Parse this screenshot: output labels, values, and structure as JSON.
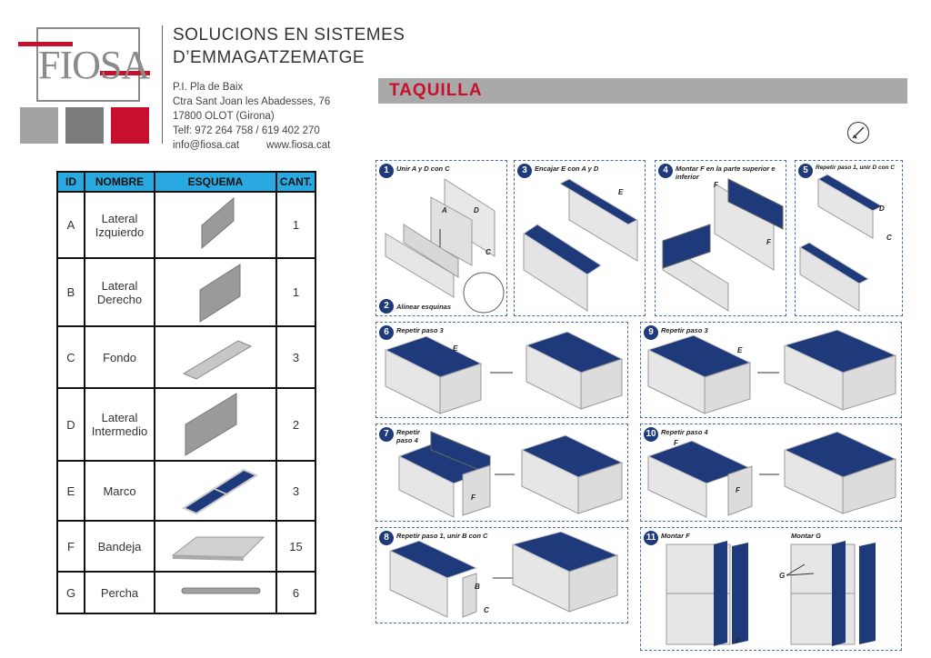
{
  "brand": {
    "name": "FIOSA",
    "swatch_colors": [
      "#a3a3a3",
      "#7b7b7b",
      "#c8102e"
    ]
  },
  "company": {
    "line1": "SOLUCIONS EN SISTEMES",
    "line2": "D’EMMAGATZEMATGE"
  },
  "address": {
    "line1": "P.I. Pla de Baix",
    "line2": "Ctra Sant Joan les Abadesses, 76",
    "line3": "17800 OLOT (Girona)",
    "phone": "Telf: 972 264 758 / 619 402 270",
    "email": "info@fiosa.cat",
    "web": "www.fiosa.cat"
  },
  "title": "TAQUILLA",
  "tool_icon": "screwdriver-icon",
  "table": {
    "headers": [
      "ID",
      "NOMBRE",
      "ESQUEMA",
      "CANT."
    ],
    "rows": [
      {
        "id": "A",
        "name": "Lateral Izquierdo",
        "qty": "1"
      },
      {
        "id": "B",
        "name": "Lateral Derecho",
        "qty": "1"
      },
      {
        "id": "C",
        "name": "Fondo",
        "qty": "3"
      },
      {
        "id": "D",
        "name": "Lateral Intermedio",
        "qty": "2"
      },
      {
        "id": "E",
        "name": "Marco",
        "qty": "3"
      },
      {
        "id": "F",
        "name": "Bandeja",
        "qty": "15"
      },
      {
        "id": "G",
        "name": "Percha",
        "qty": "6"
      }
    ]
  },
  "steps": {
    "s1": {
      "num": "1",
      "text": "Unir A y D con C"
    },
    "s2": {
      "num": "2",
      "text": "Alinear esquinas"
    },
    "s3": {
      "num": "3",
      "text": "Encajar E con A y D"
    },
    "s4": {
      "num": "4",
      "text": "Montar F en la parte superior e inferior"
    },
    "s5": {
      "num": "5",
      "text": "Repetir paso 1, unir D con C"
    },
    "s6": {
      "num": "6",
      "text": "Repetir paso 3"
    },
    "s7": {
      "num": "7",
      "text": "Repetir paso 4"
    },
    "s8": {
      "num": "8",
      "text": "Repetir paso 1, unir B con C"
    },
    "s9": {
      "num": "9",
      "text": "Repetir paso 3"
    },
    "s10": {
      "num": "10",
      "text": "Repetir paso 4"
    },
    "s11": {
      "num": "11",
      "text_f": "Montar F",
      "text_g": "Montar G"
    }
  },
  "labels": {
    "a": "A",
    "b": "B",
    "c": "C",
    "d": "D",
    "e": "E",
    "f": "F",
    "g": "G"
  },
  "colors": {
    "accent": "#c8102e",
    "header_blue": "#29a9e0",
    "frame_navy": "#1f3a7a",
    "panel": "#d9d9d9"
  }
}
